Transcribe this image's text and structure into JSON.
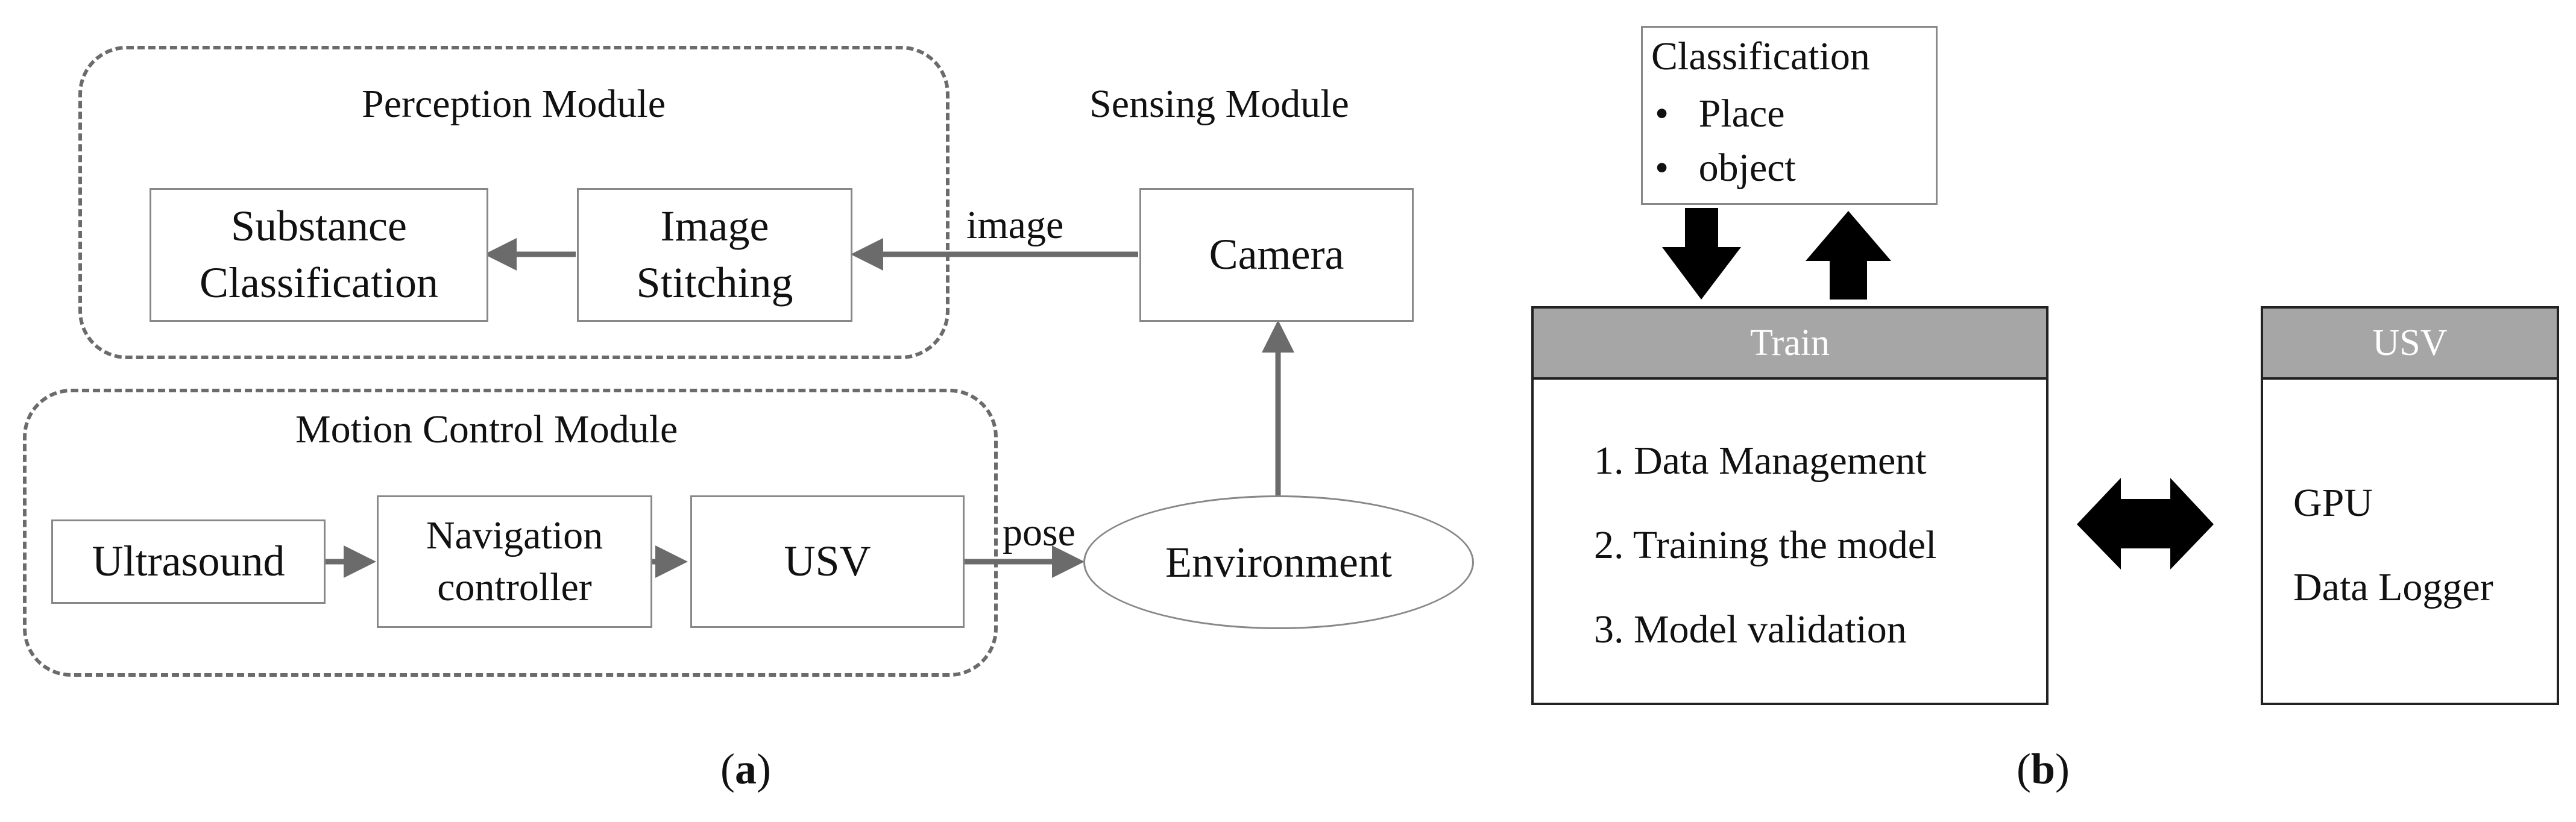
{
  "panel_a": {
    "perception_module": "Perception Module",
    "sensing_module": "Sensing Module",
    "motion_control_module": "Motion Control Module",
    "substance_classification": [
      "Substance",
      "Classification"
    ],
    "image_stitching": [
      "Image",
      "Stitching"
    ],
    "camera": "Camera",
    "image_label": "image",
    "ultrasound": "Ultrasound",
    "navigation_controller": [
      "Navigation",
      "controller"
    ],
    "usv": "USV",
    "pose_label": "pose",
    "environment": "Environment",
    "caption_open": "(",
    "caption_letter": "a",
    "caption_close": ")"
  },
  "panel_b": {
    "classification": {
      "title": "Classification",
      "items": [
        "Place",
        "object"
      ]
    },
    "train": {
      "header": "Train",
      "items": [
        "1. Data Management",
        "2. Training the model",
        "3. Model validation"
      ]
    },
    "usv": {
      "header": "USV",
      "items": [
        "GPU",
        "Data Logger"
      ]
    },
    "caption_open": "(",
    "caption_letter": "b",
    "caption_close": ")"
  },
  "colors": {
    "arrow_gray": "#6b6b6b",
    "box_border": "#888888",
    "header_fill": "#a6a6a6",
    "block_arrow": "#000000"
  }
}
